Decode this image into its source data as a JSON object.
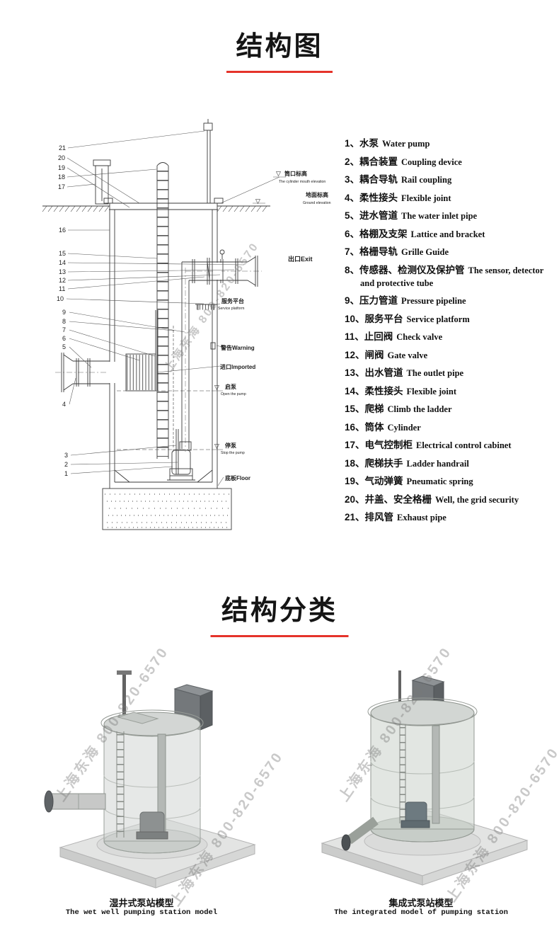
{
  "page": {
    "section1_title": "结构图",
    "section2_title": "结构分类"
  },
  "colors": {
    "accent_red": "#e5332a",
    "line": "#3a3a3a"
  },
  "legend": [
    {
      "num": "1、",
      "cn": "水泵",
      "en": "Water pump"
    },
    {
      "num": "2、",
      "cn": "耦合装置",
      "en": "Coupling device"
    },
    {
      "num": "3、",
      "cn": "耦合导轨",
      "en": "Rail coupling"
    },
    {
      "num": "4、",
      "cn": "柔性接头",
      "en": "Flexible joint"
    },
    {
      "num": "5、",
      "cn": "进水管道",
      "en": "The water inlet pipe"
    },
    {
      "num": "6、",
      "cn": "格棚及支架",
      "en": "Lattice and bracket"
    },
    {
      "num": "7、",
      "cn": "格栅导轨",
      "en": "Grille Guide"
    },
    {
      "num": "8、",
      "cn": "传感器、检测仪及保护管",
      "en": "The sensor, detector and protective tube"
    },
    {
      "num": "9、",
      "cn": "压力管道",
      "en": "Pressure pipeline"
    },
    {
      "num": "10、",
      "cn": "服务平台",
      "en": "Service platform"
    },
    {
      "num": "11、",
      "cn": "止回阀",
      "en": "Check valve"
    },
    {
      "num": "12、",
      "cn": "闸阀",
      "en": "Gate valve"
    },
    {
      "num": "13、",
      "cn": "出水管道",
      "en": "The outlet pipe"
    },
    {
      "num": "14、",
      "cn": "柔性接头",
      "en": "Flexible joint"
    },
    {
      "num": "15、",
      "cn": "爬梯",
      "en": "Climb the ladder"
    },
    {
      "num": "16、",
      "cn": "筒体",
      "en": "Cylinder"
    },
    {
      "num": "17、",
      "cn": "电气控制柜",
      "en": "Electrical control cabinet"
    },
    {
      "num": "18、",
      "cn": "爬梯扶手",
      "en": "Ladder handrail"
    },
    {
      "num": "19、",
      "cn": "气动弹簧",
      "en": "Pneumatic spring"
    },
    {
      "num": "20、",
      "cn": "井盖、安全格栅",
      "en": "Well, the grid security"
    },
    {
      "num": "21、",
      "cn": "排风管",
      "en": "Exhaust pipe"
    }
  ],
  "diagram": {
    "numbers": [
      "21",
      "20",
      "19",
      "18",
      "17",
      "16",
      "15",
      "14",
      "13",
      "12",
      "11",
      "10",
      "9",
      "8",
      "7",
      "6",
      "5",
      "4",
      "3",
      "2",
      "1"
    ],
    "level_mark": "▽",
    "annotations": {
      "cylinder_mouth": {
        "cn": "筒口标高",
        "en": "The cylinder mouth elevation"
      },
      "ground": {
        "cn": "地面标高",
        "en": "Ground elevation"
      },
      "exit": "出口Exit",
      "service_platform": {
        "cn": "服务平台",
        "en": "Service platform"
      },
      "warning": "警告Warning",
      "inlet": "进口Imported",
      "open_pump": {
        "cn": "启泵",
        "en": "Open the pump"
      },
      "stop_pump": {
        "cn": "停泵",
        "en": "Stop the pump"
      },
      "floor": "底板Floor"
    }
  },
  "models": [
    {
      "cn": "湿井式泵站模型",
      "en": "The wet well pumping station model"
    },
    {
      "cn": "集成式泵站模型",
      "en": "The integrated model of pumping station"
    }
  ],
  "watermark": "上海东海 800-820-6570"
}
